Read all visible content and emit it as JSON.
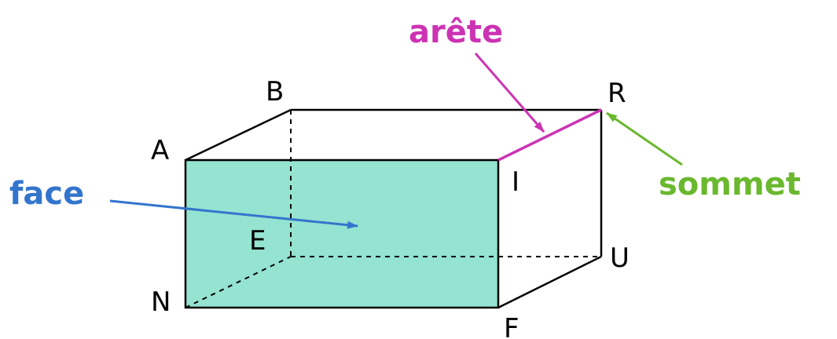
{
  "vertices": {
    "A": "A",
    "B": "B",
    "R": "R",
    "I": "I",
    "E": "E",
    "U": "U",
    "N": "N",
    "F": "F"
  },
  "terms": {
    "face": "face",
    "edge": "arête",
    "vertex": "sommet"
  },
  "colors": {
    "face_fill": "#95e3d1",
    "face_label": "#3375cc",
    "edge_label": "#cc33b3",
    "vertex_label": "#6ab82e",
    "lines": "#000000"
  }
}
